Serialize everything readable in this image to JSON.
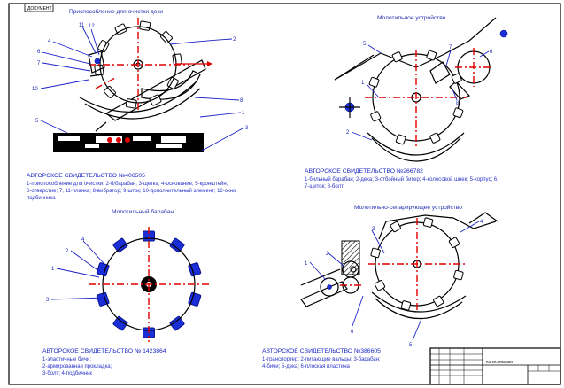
{
  "corner_tag": "ДОКУМЕНТ",
  "title_block_name": "Колосниковая",
  "views": {
    "cleaning": {
      "title": "Приспособление для очистки деки",
      "caption_head": "АВТОРСКОЕ СВИДЕТЕЛЬСТВО №406505",
      "caption_lines": [
        "1-приспособление для очистки; 2-б/барабан; 3-щетка; 4-основание; 5-кронштейн;",
        "6-отверстие; 7, 11-планка; 8-вибратор; 9-шток; 10-дополнительный элемент; 12-окно",
        "подбичника"
      ],
      "callouts": [
        "11",
        "12",
        "4",
        "6",
        "7",
        "2",
        "10",
        "8",
        "1",
        "5",
        "3"
      ]
    },
    "threshing_device": {
      "title": "Молотильное устройство",
      "caption_head": "АВТОРСКОЕ СВИДЕТЕЛЬСТВО №266782",
      "caption_lines": [
        "1-бильный барабан; 2-дека; 3-отбойный битер; 4-колосовой шнек; 5-корпус; 6,",
        "7-щиток; 8-болт"
      ],
      "callouts": [
        "5",
        "7",
        "6",
        "1",
        "2",
        "8"
      ]
    },
    "drum": {
      "title": "Молотильный барабан",
      "caption_head": "АВТОРСКОЕ СВИДЕТЕЛЬСТВО № 1423864",
      "caption_lines": [
        "1-эластичные бичи;",
        "2-армированная прокладка;",
        "3-болт; 4-подбичник"
      ],
      "callouts": [
        "4",
        "2",
        "1",
        "3"
      ]
    },
    "separating_device": {
      "title": "Молотильно-сепарирующее устройство",
      "caption_head": "АВТОРСКОЕ СВИДЕТЕЛЬСТВО №386605",
      "caption_lines": [
        "1-транспортер; 2-питающие вальцы; 3-барабан;",
        "4-бичи; 5-дека; 6-плоская пластина"
      ],
      "callouts": [
        "3",
        "4",
        "2",
        "1",
        "6",
        "5"
      ]
    }
  },
  "colors": {
    "ink": "#000000",
    "axis": "#e00000",
    "text": "#1c25b8",
    "accent": "#1a2fd8"
  }
}
